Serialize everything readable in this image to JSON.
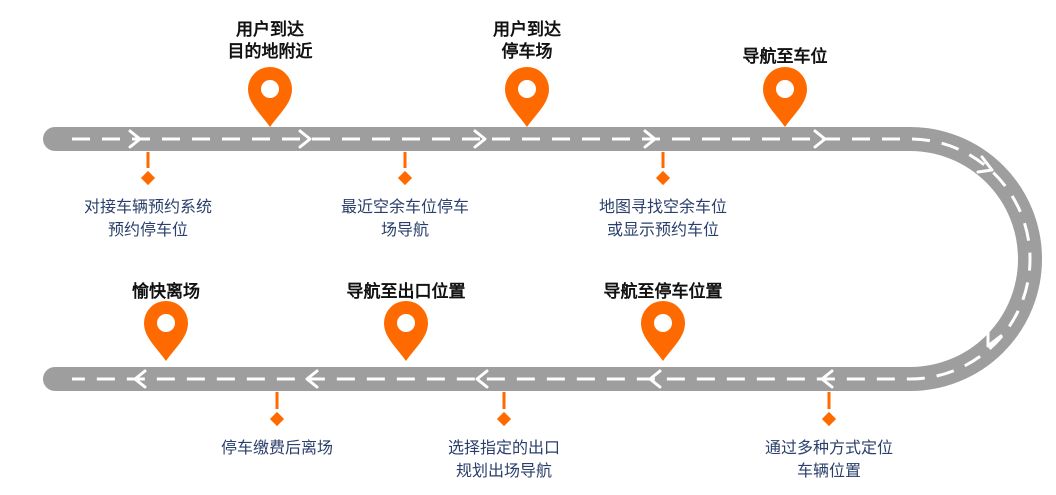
{
  "colors": {
    "road": "#9e9e9e",
    "dash": "#ffffff",
    "accent": "#ff6a00",
    "title_text": "#111111",
    "desc_text": "#2a3f6b"
  },
  "stages": [
    {
      "title": "用户到达\n目的地附近",
      "icon": "location-pin-icon"
    },
    {
      "title": "用户到达\n停车场",
      "icon": "location-pin-icon"
    },
    {
      "title": "导航至车位",
      "icon": "location-pin-icon"
    },
    {
      "title": "导航至停车位置",
      "icon": "location-pin-icon"
    },
    {
      "title": "导航至出口位置",
      "icon": "location-pin-icon"
    },
    {
      "title": "愉快离场",
      "icon": "location-pin-icon"
    }
  ],
  "steps": [
    {
      "text": "对接车辆预约系统\n预约停车位"
    },
    {
      "text": "最近空余车位停车\n场导航"
    },
    {
      "text": "地图寻找空余车位\n或显示预约车位"
    },
    {
      "text": "通过多种方式定位\n车辆位置"
    },
    {
      "text": "选择指定的出口\n规划出场导航"
    },
    {
      "text": "停车缴费后离场"
    }
  ]
}
